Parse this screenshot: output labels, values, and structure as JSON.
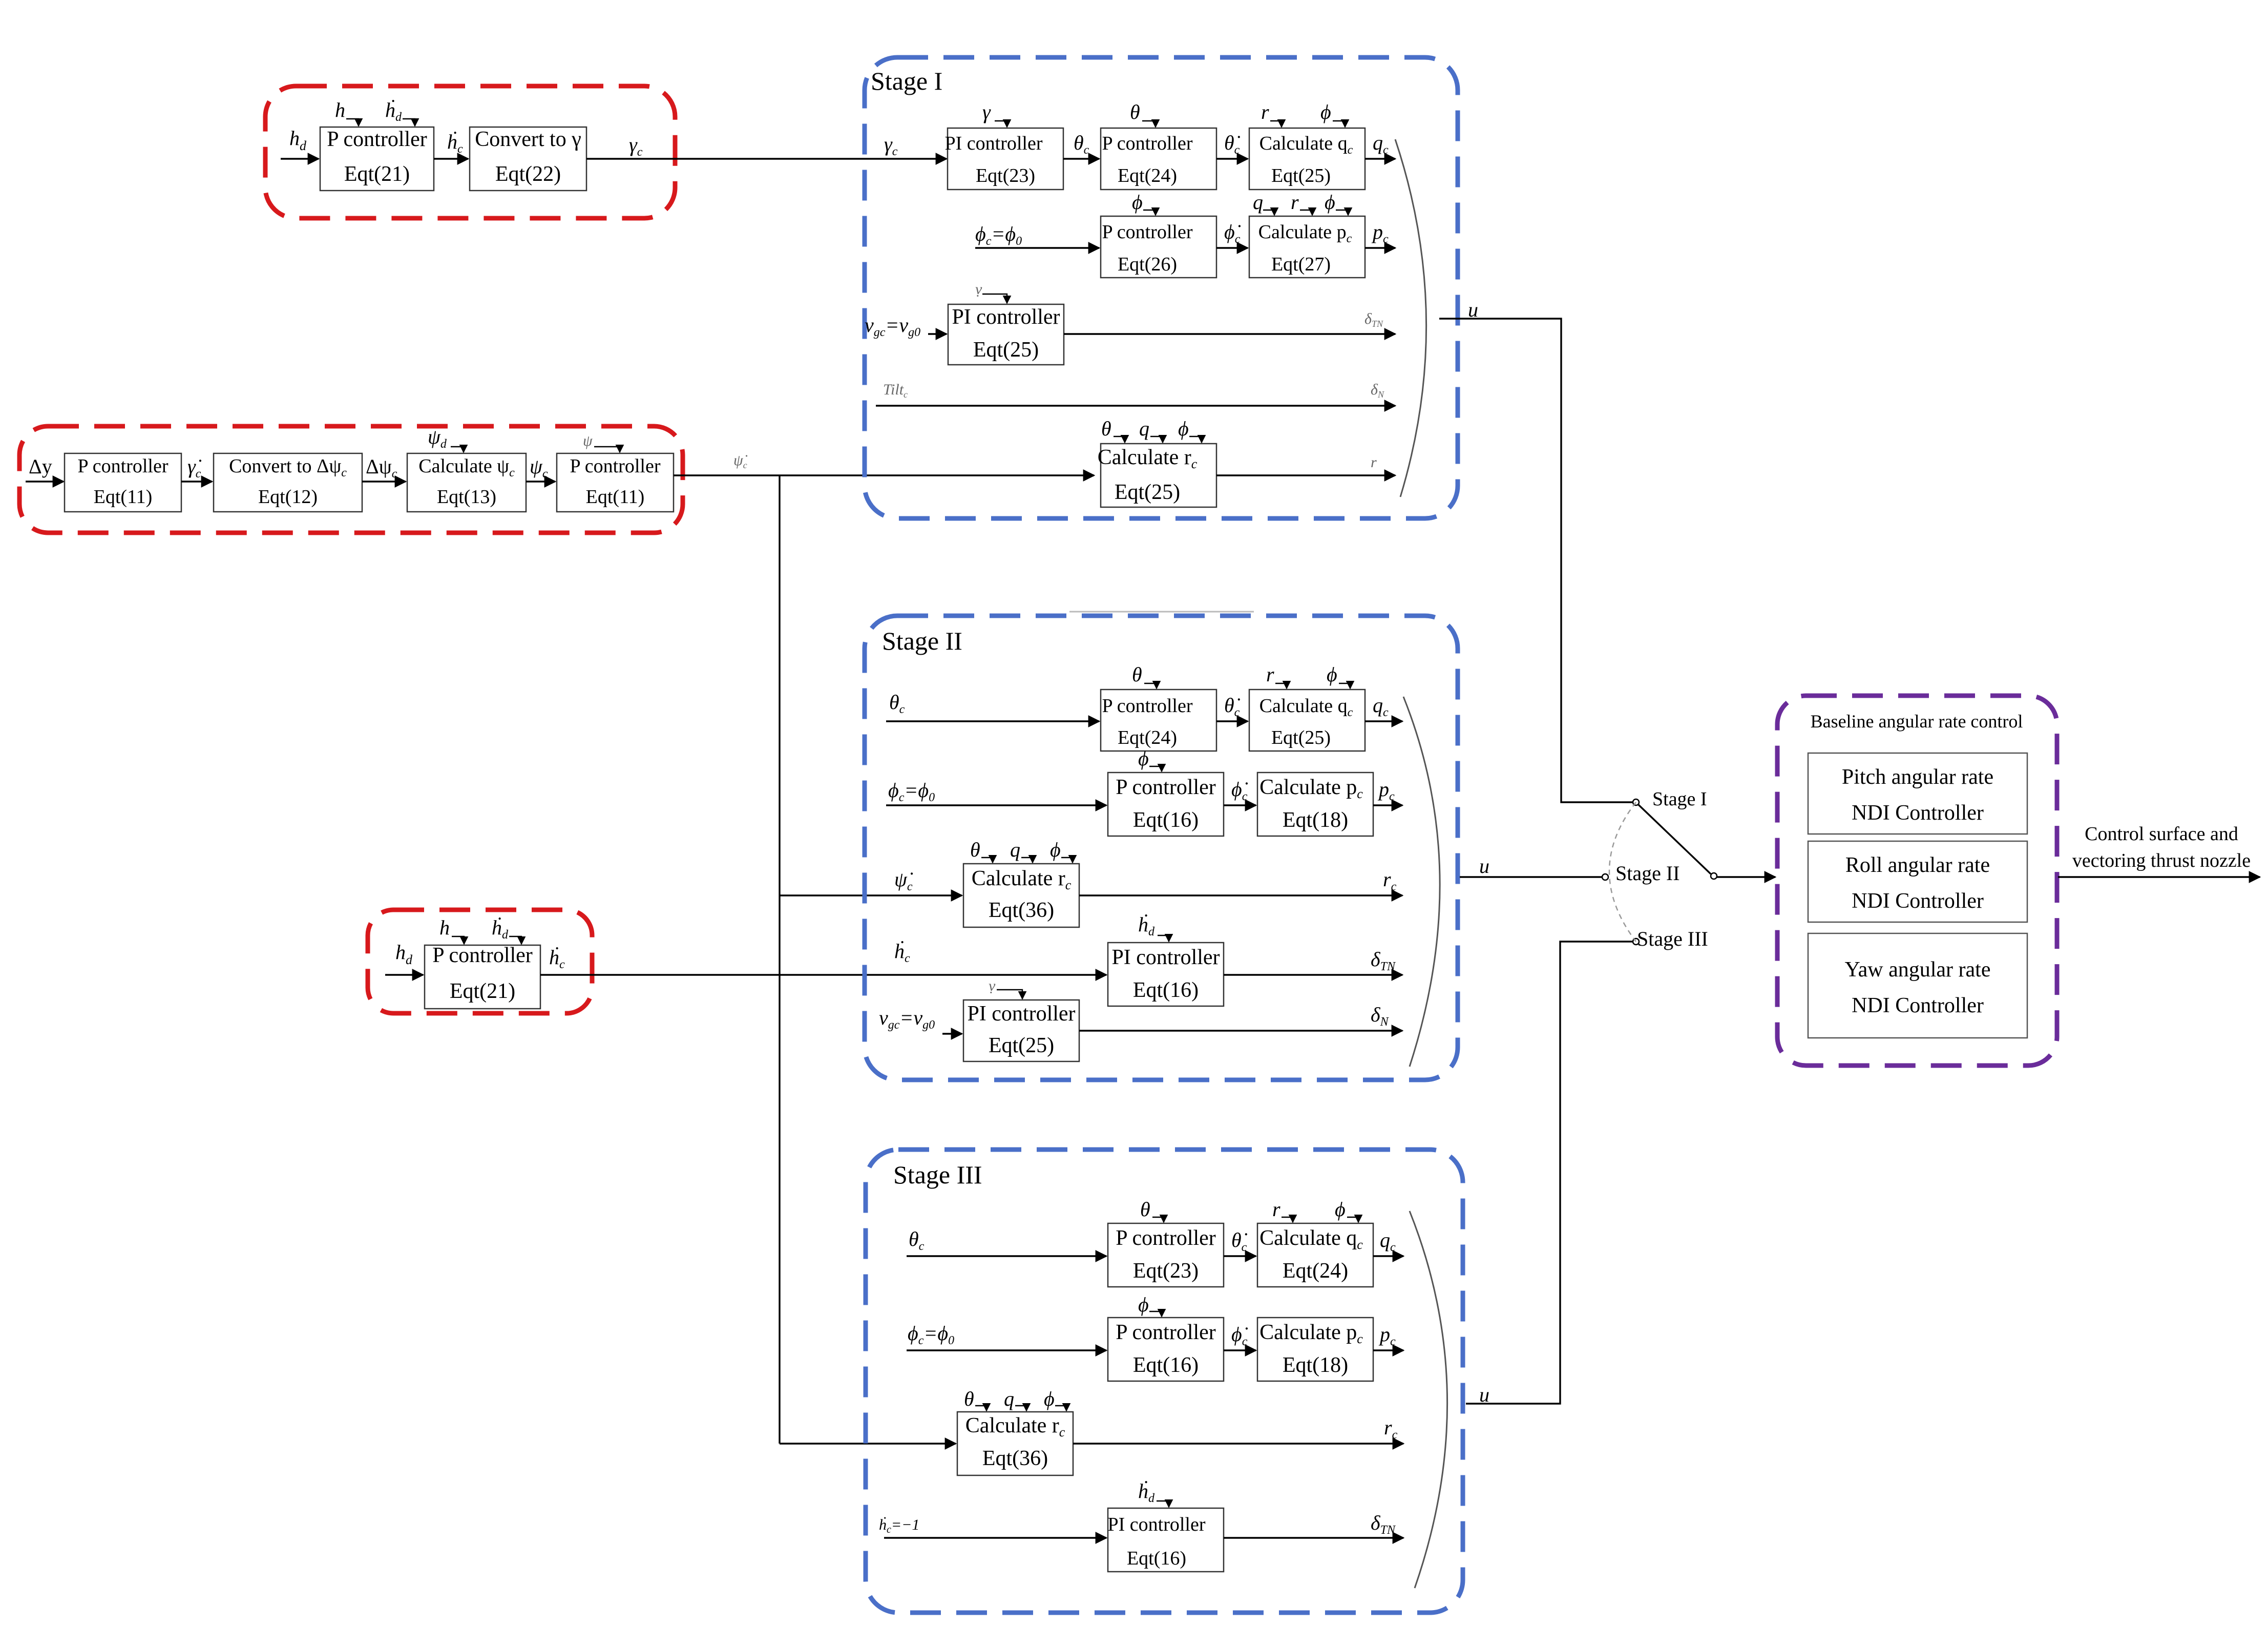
{
  "groups": {
    "red_top": "",
    "red_mid": "",
    "red_bottom": "",
    "stage1": "Stage I",
    "stage2": "Stage II",
    "stage3": "Stage III",
    "baseline": "Baseline angular rate control"
  },
  "red_top": {
    "in_hd": "h",
    "in_hd_sub": "d",
    "b1_fb1": "h",
    "b1_fb2": "ḣ",
    "b1_fb2_sub": "d",
    "b1_l1": "P controller",
    "b1_l2": "Eqt(21)",
    "sig_hc": "ḣ",
    "sig_hc_sub": "c",
    "b2_l1": "Convert to γ",
    "b2_l2": "Eqt(22)",
    "sig_gc": "γ",
    "sig_gc_sub": "c"
  },
  "red_mid": {
    "in_dy": "Δy",
    "b1_l1": "P controller",
    "b1_l2": "Eqt(11)",
    "sig_gdot": "γ̇",
    "sig_gdot_sub": "c",
    "b2_l1": "Convert to Δψ",
    "b2_l1_sub": "c",
    "b2_l2": "Eqt(12)",
    "sig_dpsi": "Δψ",
    "sig_dpsi_sub": "c",
    "b3_fb": "ψ",
    "b3_fb_sub": "d",
    "b3_l1": "Calculate ψ",
    "b3_l1_sub": "c",
    "b3_l2": "Eqt(13)",
    "sig_psi": "ψ",
    "sig_psi_sub": "c",
    "b4_fb": "ψ",
    "b4_l1": "P controller",
    "b4_l2": "Eqt(11)",
    "sig_out": "ψ̇",
    "sig_out_sub": "c"
  },
  "red_bottom": {
    "in_hd": "h",
    "in_hd_sub": "d",
    "fb1": "h",
    "fb2": "ḣ",
    "fb2_sub": "d",
    "l1": "P controller",
    "l2": "Eqt(21)",
    "sig_out": "ḣ",
    "sig_out_sub": "c"
  },
  "stage1": {
    "in_gc": "γ",
    "in_gc_sub": "c",
    "pi_fb": "γ",
    "pi_l1": "PI controller",
    "pi_l2": "Eqt(23)",
    "sig_theta": "θ",
    "sig_theta_sub": "c",
    "p1_fb": "θ",
    "p1_l1": "P controller",
    "p1_l2": "Eqt(24)",
    "sig_thdot": "θ̇",
    "sig_thdot_sub": "c",
    "cq_fb1": "r",
    "cq_fb2": "ϕ",
    "cq_l1": "Calculate q",
    "cq_l1_sub": "c",
    "cq_l2": "Eqt(25)",
    "out_q": "q",
    "out_q_sub": "c",
    "in_phi": "ϕ",
    "in_phi_sub1": "c",
    "in_phi_eq": "=ϕ",
    "in_phi_sub2": "0",
    "p2_fb": "ϕ",
    "p2_l1": "P controller",
    "p2_l2": "Eqt(26)",
    "sig_phidot": "ϕ̇",
    "sig_phidot_sub": "c",
    "cp_fb1": "q",
    "cp_fb2": "r",
    "cp_fb3": "ϕ",
    "cp_l1": "Calculate p",
    "cp_l1_sub": "c",
    "cp_l2": "Eqt(27)",
    "out_p": "p",
    "out_p_sub": "c",
    "in_v": "v",
    "in_v_sub1": "gc",
    "in_v_eq": "=v",
    "in_v_sub2": "g0",
    "pi2_fb": "ṿ",
    "pi2_l1": "PI controller",
    "pi2_l2": "Eqt(25)",
    "out_dtn": "δ",
    "out_dtn_sub": "TN",
    "in_tilt": "Tilt",
    "in_tilt_sub": "c",
    "out_dn": "δ",
    "out_dn_sub": "N",
    "cr_fb1": "θ",
    "cr_fb2": "q",
    "cr_fb3": "ϕ",
    "cr_l1": "Calculate r",
    "cr_l1_sub": "c",
    "cr_l2": "Eqt(25)",
    "out_r": "r",
    "out_u": "u"
  },
  "stage2": {
    "in_theta": "θ",
    "in_theta_sub": "c",
    "p1_fb": "θ",
    "p1_l1": "P controller",
    "p1_l2": "Eqt(24)",
    "sig_thdot": "θ̇",
    "sig_thdot_sub": "c",
    "cq_fb1": "r",
    "cq_fb2": "ϕ",
    "cq_l1": "Calculate q",
    "cq_l1_sub": "c",
    "cq_l2": "Eqt(25)",
    "out_q": "q",
    "out_q_sub": "c",
    "in_phi": "ϕ",
    "in_phi_sub1": "c",
    "in_phi_eq": "=ϕ",
    "in_phi_sub2": "0",
    "p2_fb": "ϕ",
    "p2_l1": "P controller",
    "p2_l2": "Eqt(16)",
    "sig_phidot": "ϕ̇",
    "sig_phidot_sub": "c",
    "cp_l1": "Calculate p",
    "cp_l1_sub": "c",
    "cp_l2": "Eqt(18)",
    "out_p": "p",
    "out_p_sub": "c",
    "in_psidot": "ψ̇",
    "in_psidot_sub": "c",
    "cr_fb1": "θ",
    "cr_fb2": "q",
    "cr_fb3": "ϕ",
    "cr_l1": "Calculate r",
    "cr_l1_sub": "c",
    "cr_l2": "Eqt(36)",
    "out_r": "r",
    "out_r_sub": "c",
    "in_hdot": "ḣ",
    "in_hdot_sub": "c",
    "pi1_fb": "ḣ",
    "pi1_fb_sub": "d",
    "pi1_l1": "PI controller",
    "pi1_l2": "Eqt(16)",
    "out_dtn": "δ",
    "out_dtn_sub": "TN",
    "in_v": "v",
    "in_v_sub1": "gc",
    "in_v_eq": "=v",
    "in_v_sub2": "g0",
    "pi2_fb": "ṿ",
    "pi2_l1": "PI controller",
    "pi2_l2": "Eqt(25)",
    "out_dn": "δ",
    "out_dn_sub": "N",
    "out_u": "u"
  },
  "stage3": {
    "in_theta": "θ",
    "in_theta_sub": "c",
    "p1_fb": "θ",
    "p1_l1": "P controller",
    "p1_l2": "Eqt(23)",
    "sig_thdot": "θ̇",
    "sig_thdot_sub": "c",
    "cq_fb1": "r",
    "cq_fb2": "ϕ",
    "cq_l1": "Calculate q",
    "cq_l1_sub": "c",
    "cq_l2": "Eqt(24)",
    "out_q": "q",
    "out_q_sub": "c",
    "in_phi": "ϕ",
    "in_phi_sub1": "c",
    "in_phi_eq": "=ϕ",
    "in_phi_sub2": "0",
    "p2_fb": "ϕ",
    "p2_l1": "P controller",
    "p2_l2": "Eqt(16)",
    "sig_phidot": "ϕ̇",
    "sig_phidot_sub": "c",
    "cp_l1": "Calculate p",
    "cp_l1_sub": "c",
    "cp_l2": "Eqt(18)",
    "out_p": "p",
    "out_p_sub": "c",
    "cr_fb1": "θ",
    "cr_fb2": "q",
    "cr_fb3": "ϕ",
    "cr_l1": "Calculate r",
    "cr_l1_sub": "c",
    "cr_l2": "Eqt(36)",
    "out_r": "r",
    "out_r_sub": "c",
    "in_hdot": "ḣ",
    "in_hdot_sub": "c",
    "in_hdot_eq": "=−1",
    "pi_fb": "ḣ",
    "pi_fb_sub": "d",
    "pi_l1": "PI controller",
    "pi_l2": "Eqt(16)",
    "out_dtn": "δ",
    "out_dtn_sub": "TN",
    "out_u": "u"
  },
  "switch": {
    "stage1": "Stage I",
    "stage2": "Stage II",
    "stage3": "Stage III"
  },
  "baseline": {
    "pitch_l1": "Pitch angular rate",
    "pitch_l2": "NDI Controller",
    "roll_l1": "Roll angular rate",
    "roll_l2": "NDI Controller",
    "yaw_l1": "Yaw angular rate",
    "yaw_l2": "NDI Controller"
  },
  "output": {
    "l1": "Control surface and",
    "l2": "vectoring thrust nozzle"
  }
}
